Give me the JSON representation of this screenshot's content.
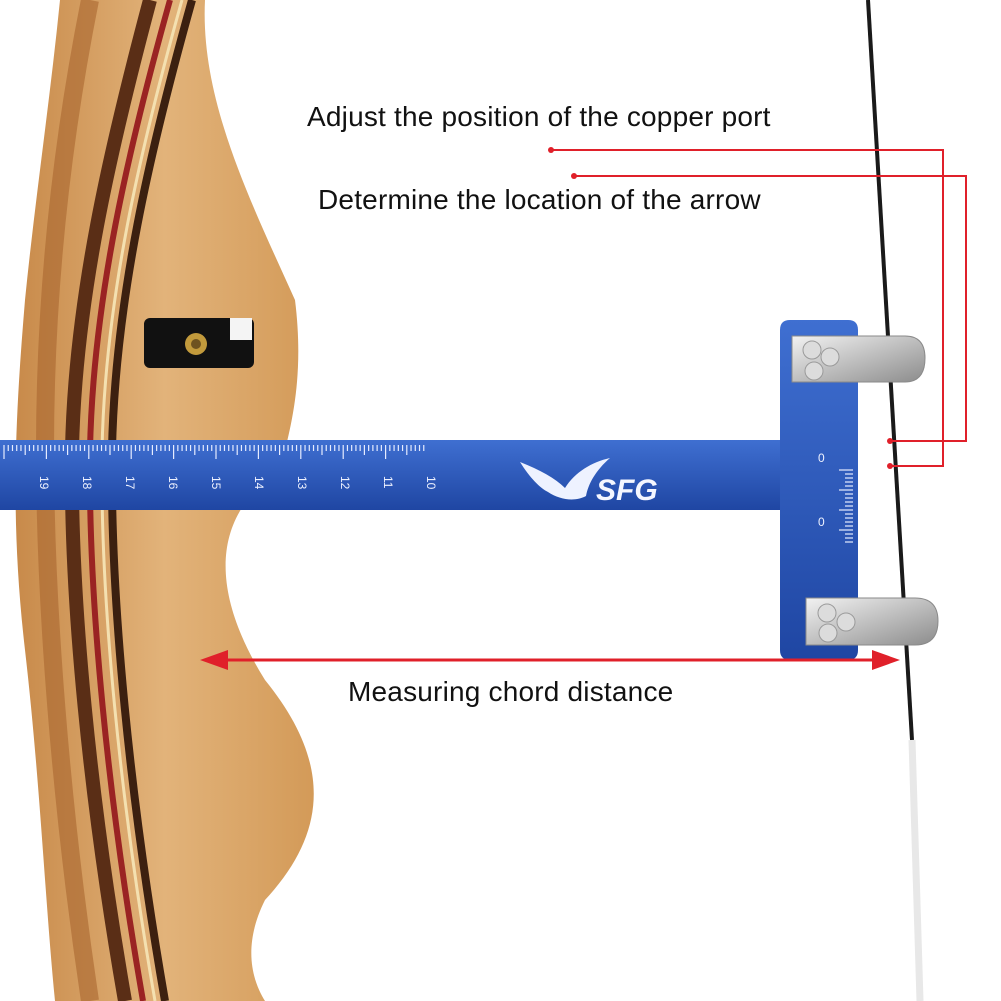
{
  "annotations": {
    "copper_port": "Adjust the position of the copper port",
    "arrow_location": "Determine the location of the arrow",
    "chord_distance": "Measuring chord distance"
  },
  "tool": {
    "brand": "SFG",
    "scale_numbers": [
      "19",
      "18",
      "17",
      "16",
      "15",
      "14",
      "13",
      "12",
      "11",
      "10"
    ],
    "side_marks": [
      "0",
      "0"
    ]
  },
  "colors": {
    "annotation_line": "#e0202a",
    "gauge_blue": "#2a56b8",
    "wood_light": "#d9a565",
    "wood_dark": "#6b3a1e",
    "string": "#1a1a1a"
  }
}
